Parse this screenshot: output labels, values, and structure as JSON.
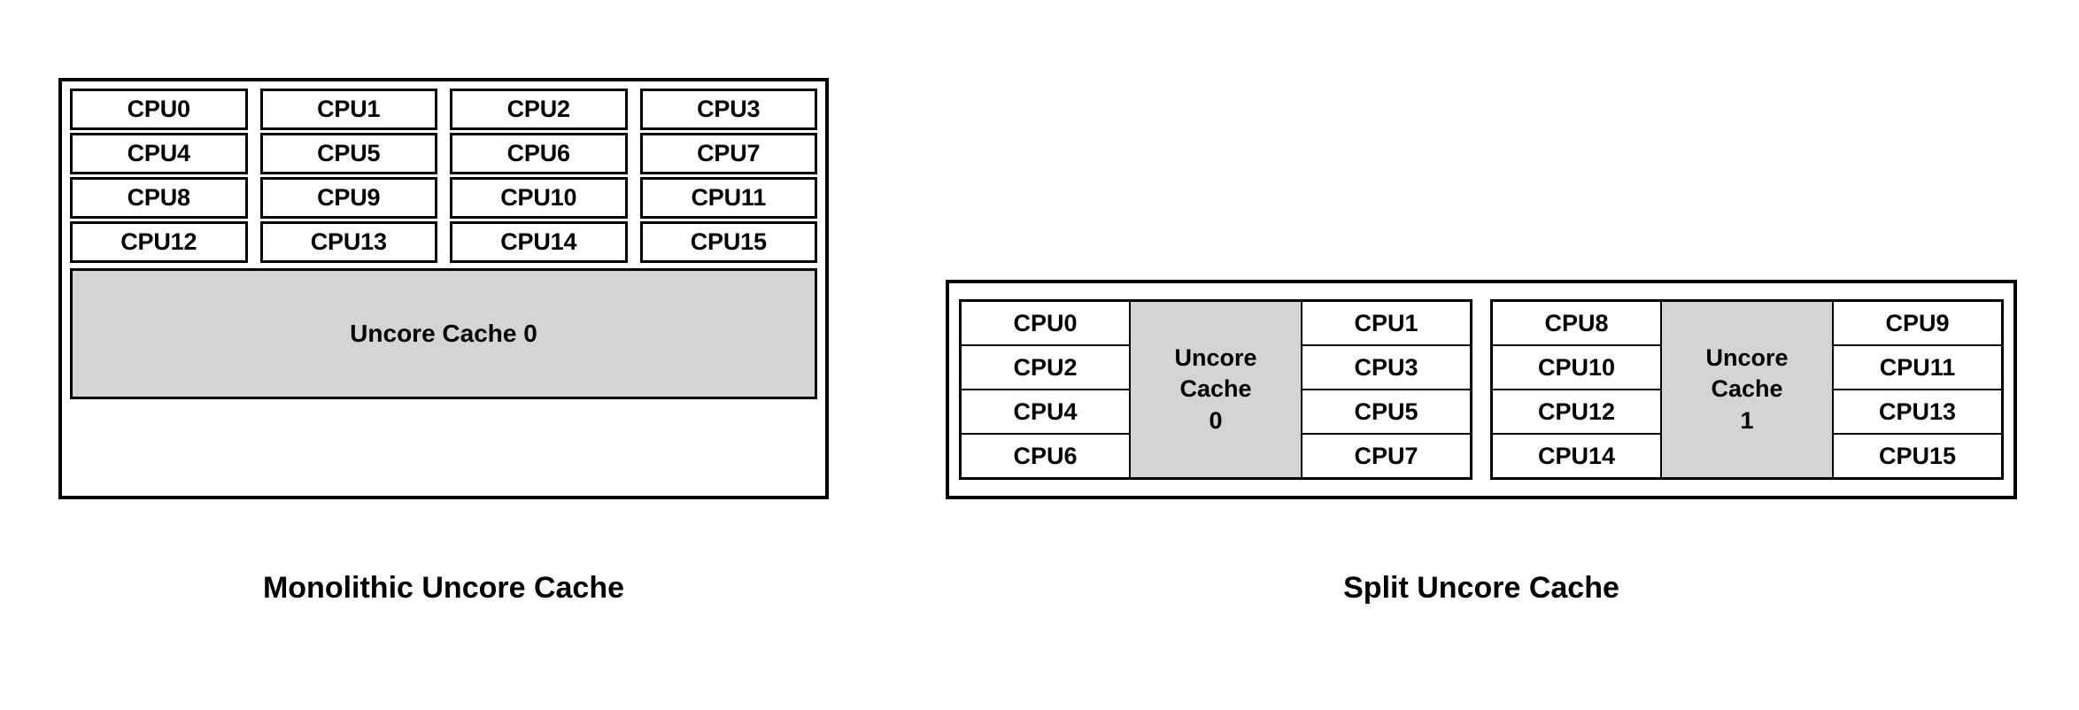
{
  "figure": {
    "kind": "cache-topology-diagram",
    "colors": {
      "cache_fill": "#d4d4d4",
      "box_stroke": "#000000",
      "background": "#ffffff",
      "text": "#000000"
    }
  },
  "monolithic": {
    "caption": "Monolithic Uncore Cache",
    "cpu_grid": {
      "columns": 4,
      "rows": 4,
      "labels": [
        "CPU0",
        "CPU1",
        "CPU2",
        "CPU3",
        "CPU4",
        "CPU5",
        "CPU6",
        "CPU7",
        "CPU8",
        "CPU9",
        "CPU10",
        "CPU11",
        "CPU12",
        "CPU13",
        "CPU14",
        "CPU15"
      ]
    },
    "cache": {
      "label": "Uncore Cache 0"
    }
  },
  "split": {
    "caption": "Split Uncore Cache",
    "clusters": [
      {
        "left_column": [
          "CPU0",
          "CPU2",
          "CPU4",
          "CPU6"
        ],
        "cache": {
          "line1": "Uncore",
          "line2": "Cache",
          "line3": "0"
        },
        "right_column": [
          "CPU1",
          "CPU3",
          "CPU5",
          "CPU7"
        ]
      },
      {
        "left_column": [
          "CPU8",
          "CPU10",
          "CPU12",
          "CPU14"
        ],
        "cache": {
          "line1": "Uncore",
          "line2": "Cache",
          "line3": "1"
        },
        "right_column": [
          "CPU9",
          "CPU11",
          "CPU13",
          "CPU15"
        ]
      }
    ]
  }
}
